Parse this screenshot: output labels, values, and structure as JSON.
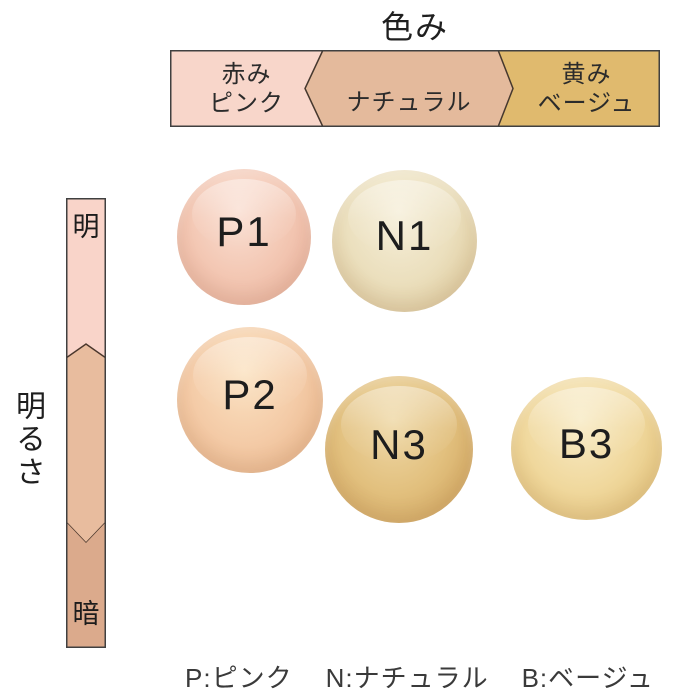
{
  "title": "色み",
  "color_axis": {
    "segments": [
      {
        "line1": "赤み",
        "line2": "ピンク",
        "bg": "#f8d6ca"
      },
      {
        "line1": "ナチュラル",
        "bg": "#e4ba9c"
      },
      {
        "line1": "黄み",
        "line2": "ベージュ",
        "bg": "#e0ba6e"
      }
    ],
    "border_color": "#404040"
  },
  "brightness_axis": {
    "label": "明るさ",
    "top_label": "明",
    "bottom_label": "暗",
    "segments": [
      {
        "bg": "#f9d4c9"
      },
      {
        "bg": "#e8bc9e"
      },
      {
        "bg": "#dbaa8c"
      }
    ],
    "border_color": "#404040"
  },
  "swatches": [
    {
      "code": "P1",
      "body": "#f3c7b3",
      "edge": "#e8af99",
      "highlight": "#fae0d4"
    },
    {
      "code": "N1",
      "body": "#ebdfbd",
      "edge": "#d9c392",
      "highlight": "#f6efda"
    },
    {
      "code": "P2",
      "body": "#f4cba7",
      "edge": "#e6b185",
      "highlight": "#fbe3c3"
    },
    {
      "code": "N3",
      "body": "#e2c07e",
      "edge": "#cda059",
      "highlight": "#efd9a8"
    },
    {
      "code": "B3",
      "body": "#f0d89d",
      "edge": "#dfbd72",
      "highlight": "#f8ebc6"
    }
  ],
  "legend": {
    "items": [
      "P:ピンク",
      "N:ナチュラル",
      "B:ベージュ"
    ]
  }
}
